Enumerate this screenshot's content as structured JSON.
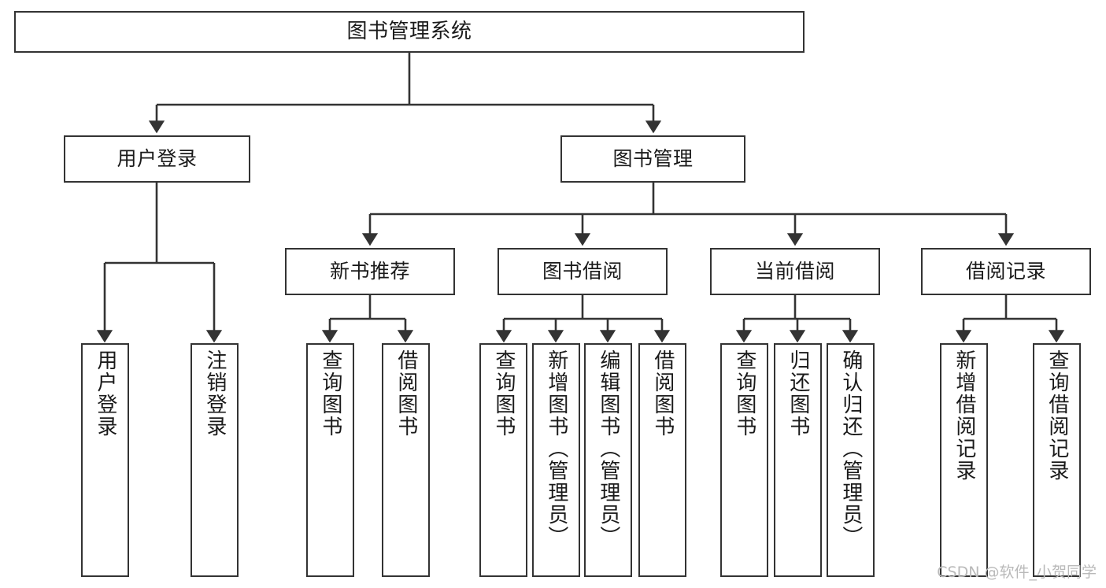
{
  "title": "图书管理系统",
  "watermark": "CSDN @软件_小贺同学",
  "colors": {
    "stroke": "#333333",
    "fill": "#ffffff",
    "text": "#1a1a1a",
    "watermark": "#b9b9b9"
  },
  "chart_data": {
    "type": "diagram",
    "diagram_kind": "tree",
    "title": "图书管理系统",
    "orientation": "top-down",
    "levels": 4,
    "nodes": [
      {
        "id": "root",
        "label": "图书管理系统",
        "level": 0,
        "parent": null,
        "orientation": "horizontal"
      },
      {
        "id": "login",
        "label": "用户登录",
        "level": 1,
        "parent": "root",
        "orientation": "horizontal"
      },
      {
        "id": "bookmgmt",
        "label": "图书管理",
        "level": 1,
        "parent": "root",
        "orientation": "horizontal"
      },
      {
        "id": "login_user",
        "label": "用户登录",
        "level": 2,
        "parent": "login",
        "orientation": "vertical"
      },
      {
        "id": "login_logout",
        "label": "注销登录",
        "level": 2,
        "parent": "login",
        "orientation": "vertical"
      },
      {
        "id": "newbook",
        "label": "新书推荐",
        "level": 2,
        "parent": "bookmgmt",
        "orientation": "horizontal"
      },
      {
        "id": "borrow",
        "label": "图书借阅",
        "level": 2,
        "parent": "bookmgmt",
        "orientation": "horizontal"
      },
      {
        "id": "current",
        "label": "当前借阅",
        "level": 2,
        "parent": "bookmgmt",
        "orientation": "horizontal"
      },
      {
        "id": "records",
        "label": "借阅记录",
        "level": 2,
        "parent": "bookmgmt",
        "orientation": "horizontal"
      },
      {
        "id": "newbook_query",
        "label": "查询图书",
        "level": 3,
        "parent": "newbook",
        "orientation": "vertical"
      },
      {
        "id": "newbook_borrow",
        "label": "借阅图书",
        "level": 3,
        "parent": "newbook",
        "orientation": "vertical"
      },
      {
        "id": "borrow_query",
        "label": "查询图书",
        "level": 3,
        "parent": "borrow",
        "orientation": "vertical"
      },
      {
        "id": "borrow_add",
        "label": "新增图书（管理员）",
        "level": 3,
        "parent": "borrow",
        "orientation": "vertical"
      },
      {
        "id": "borrow_edit",
        "label": "编辑图书（管理员）",
        "level": 3,
        "parent": "borrow",
        "orientation": "vertical"
      },
      {
        "id": "borrow_lend",
        "label": "借阅图书",
        "level": 3,
        "parent": "borrow",
        "orientation": "vertical"
      },
      {
        "id": "current_query",
        "label": "查询图书",
        "level": 3,
        "parent": "current",
        "orientation": "vertical"
      },
      {
        "id": "current_return",
        "label": "归还图书",
        "level": 3,
        "parent": "current",
        "orientation": "vertical"
      },
      {
        "id": "current_confirm",
        "label": "确认归还（管理员）",
        "level": 3,
        "parent": "current",
        "orientation": "vertical"
      },
      {
        "id": "records_add",
        "label": "新增借阅记录",
        "level": 3,
        "parent": "records",
        "orientation": "vertical"
      },
      {
        "id": "records_query",
        "label": "查询借阅记录",
        "level": 3,
        "parent": "records",
        "orientation": "vertical"
      }
    ],
    "edges": [
      {
        "from": "root",
        "to": "login"
      },
      {
        "from": "root",
        "to": "bookmgmt"
      },
      {
        "from": "login",
        "to": "login_user"
      },
      {
        "from": "login",
        "to": "login_logout"
      },
      {
        "from": "bookmgmt",
        "to": "newbook"
      },
      {
        "from": "bookmgmt",
        "to": "borrow"
      },
      {
        "from": "bookmgmt",
        "to": "current"
      },
      {
        "from": "bookmgmt",
        "to": "records"
      },
      {
        "from": "newbook",
        "to": "newbook_query"
      },
      {
        "from": "newbook",
        "to": "newbook_borrow"
      },
      {
        "from": "borrow",
        "to": "borrow_query"
      },
      {
        "from": "borrow",
        "to": "borrow_add"
      },
      {
        "from": "borrow",
        "to": "borrow_edit"
      },
      {
        "from": "borrow",
        "to": "borrow_lend"
      },
      {
        "from": "current",
        "to": "current_query"
      },
      {
        "from": "current",
        "to": "current_return"
      },
      {
        "from": "current",
        "to": "current_confirm"
      },
      {
        "from": "records",
        "to": "records_add"
      },
      {
        "from": "records",
        "to": "records_query"
      }
    ]
  },
  "nodes": {
    "root": "图书管理系统",
    "login": "用户登录",
    "bookmgmt": "图书管理",
    "login_user": "用户登录",
    "login_logout": "注销登录",
    "newbook": "新书推荐",
    "borrow": "图书借阅",
    "current": "当前借阅",
    "records": "借阅记录",
    "newbook_query": "查询图书",
    "newbook_borrow": "借阅图书",
    "borrow_query": "查询图书",
    "borrow_add": "新增图书（管理员）",
    "borrow_edit": "编辑图书（管理员）",
    "borrow_lend": "借阅图书",
    "current_query": "查询图书",
    "current_return": "归还图书",
    "current_confirm": "确认归还（管理员）",
    "records_add": "新增借阅记录",
    "records_query": "查询借阅记录"
  }
}
